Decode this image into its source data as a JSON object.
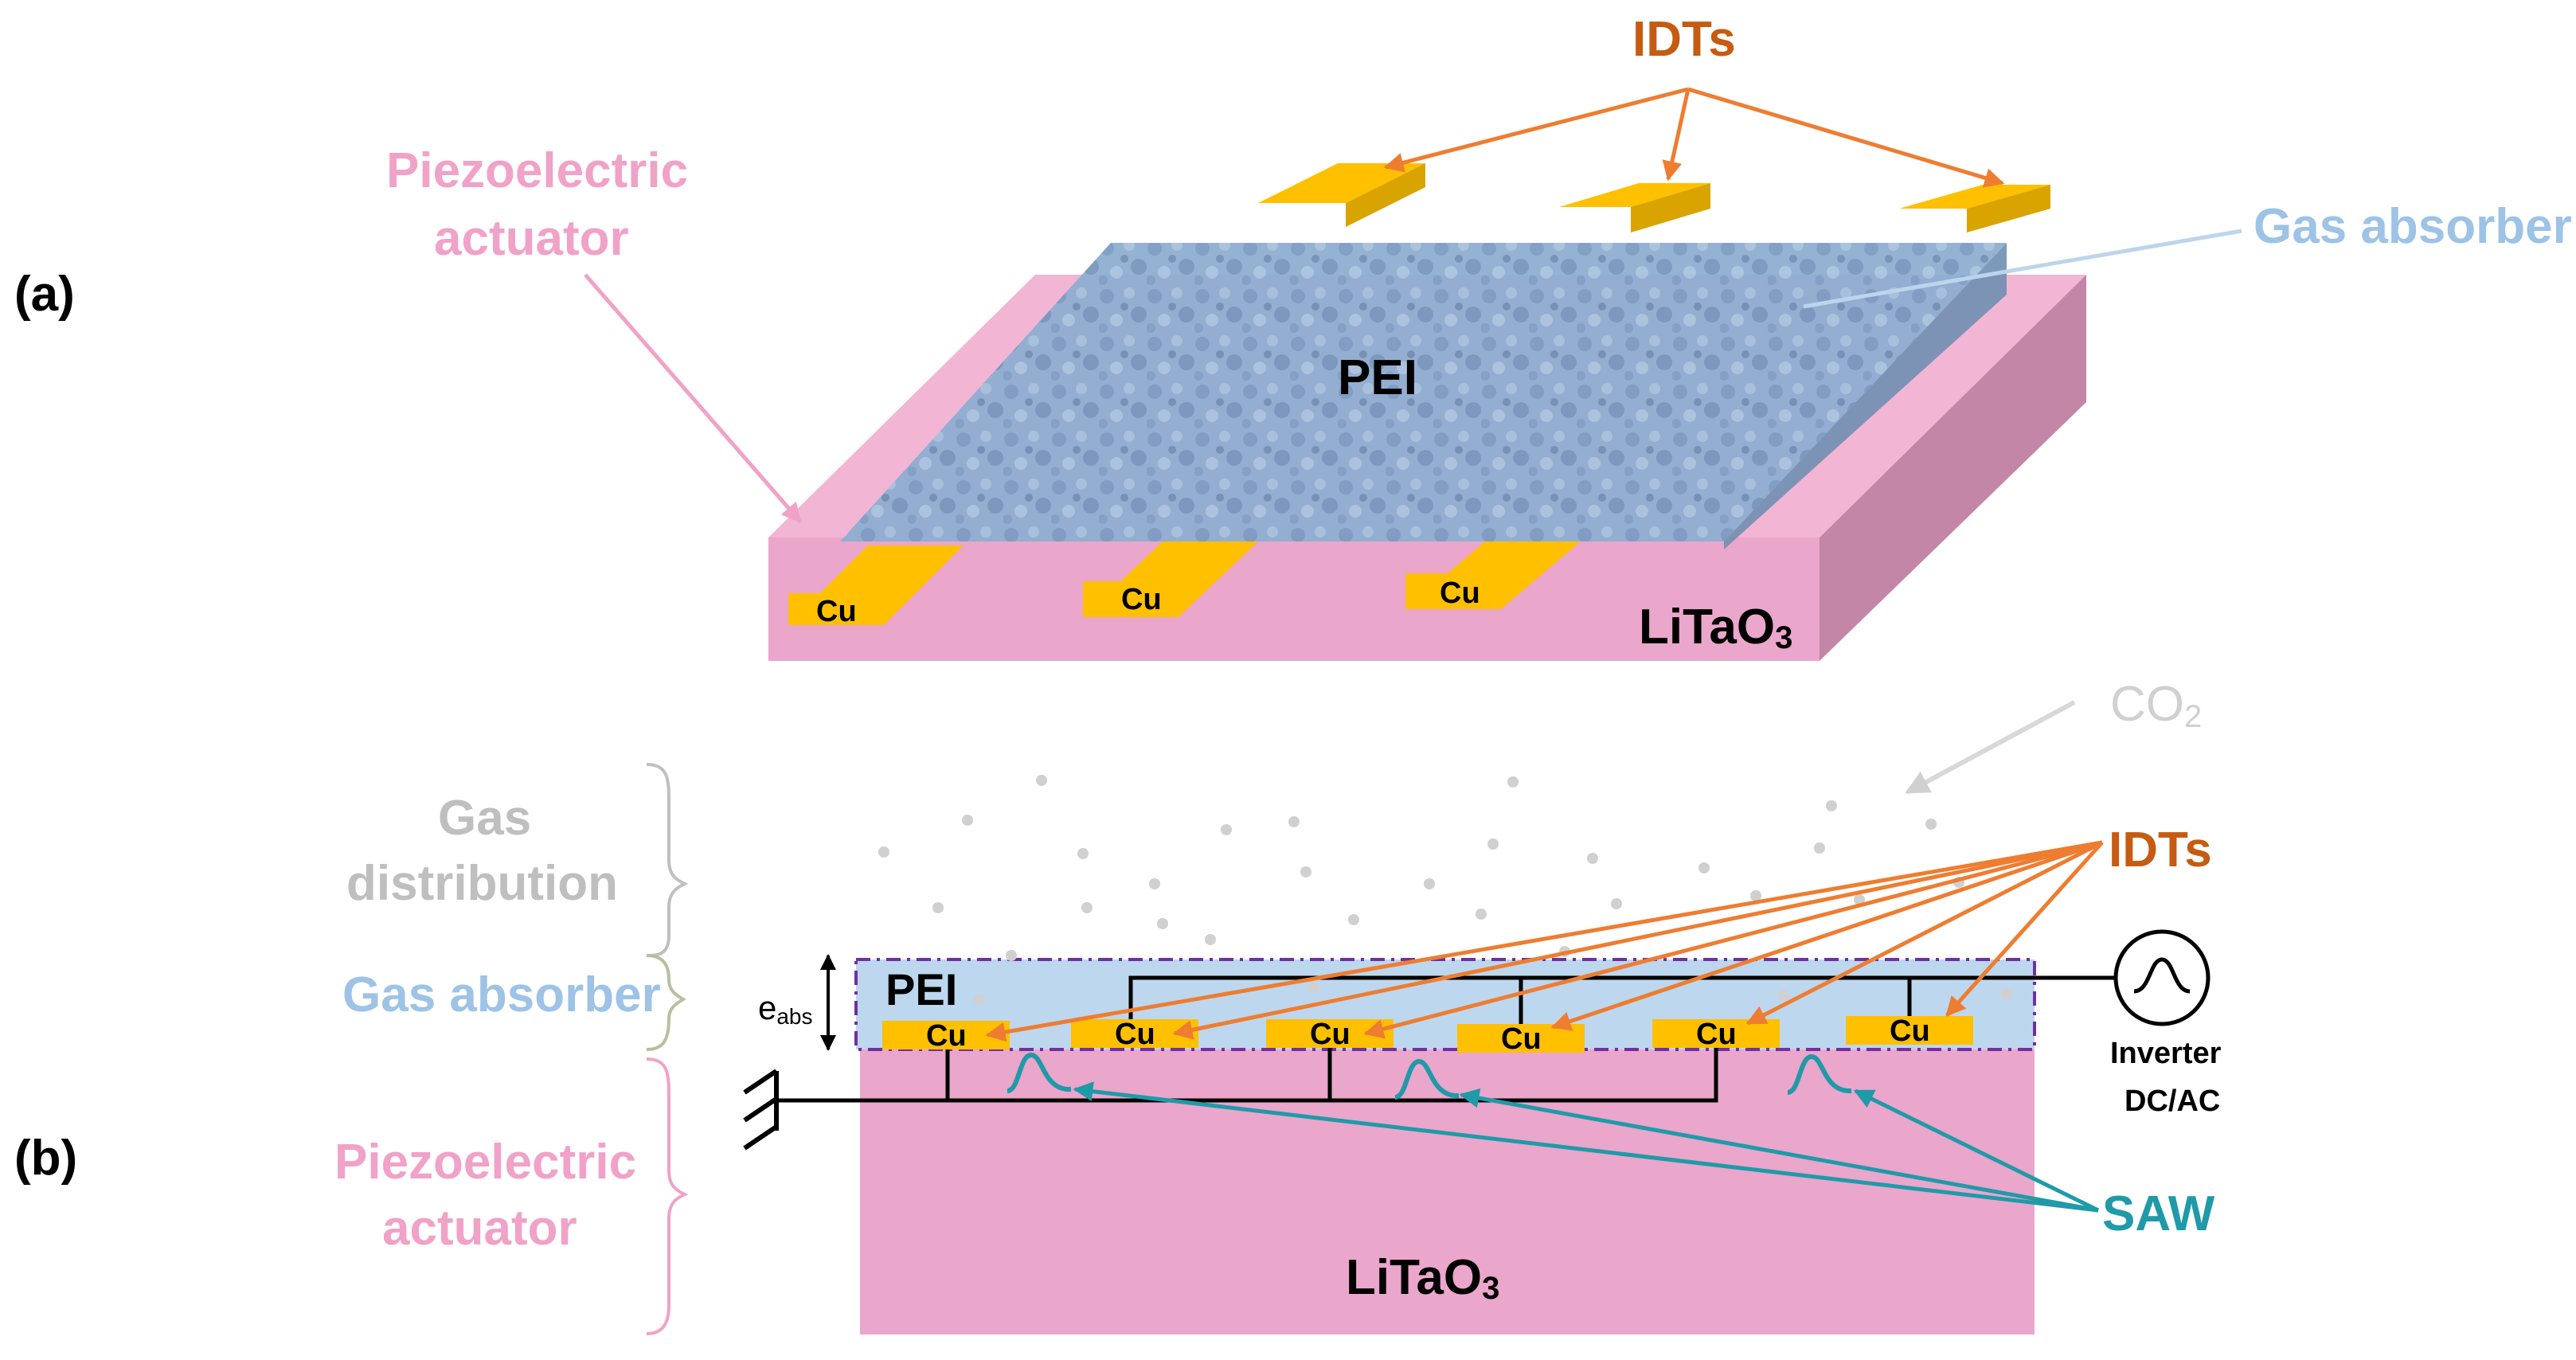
{
  "colors": {
    "pink_light": "#f2b6d4",
    "pink_front": "#eaa6cb",
    "pink_side": "#c386a6",
    "blue_absorber": "#8eaed0",
    "blue_absorber_dark": "#6f8fb3",
    "gold_cu": "#ffc000",
    "gold_cu_dark": "#d9a400",
    "orange_arrows": "#ee7d31",
    "orange_text": "#c65b12",
    "pink_text": "#f0a2c8",
    "blue_text": "#9dc3e6",
    "grey_text": "#bfbfbf",
    "teal_saw": "#1f9aa8",
    "purple_dashed": "#7030a0"
  },
  "panel_a": {
    "label": "(a)",
    "idts_label": "IDTs",
    "actuator_label_line1": "Piezoelectric",
    "actuator_label_line2": "actuator",
    "absorber_label": "Gas absorber",
    "pei_label": "PEI",
    "substrate_label": "LiTaO",
    "substrate_subscript": "3",
    "cu_labels": [
      "Cu",
      "Cu",
      "Cu"
    ]
  },
  "panel_b": {
    "label": "(b)",
    "co2_label": "CO",
    "co2_subscript": "2",
    "idts_label": "IDTs",
    "gas_distribution_line1": "Gas",
    "gas_distribution_line2": "distribution",
    "gas_absorber_label": "Gas absorber",
    "actuator_line1": "Piezoelectric",
    "actuator_line2": "actuator",
    "thickness_label": "e",
    "thickness_subscript": "abs",
    "pei_label": "PEI",
    "cu_labels": [
      "Cu",
      "Cu",
      "Cu",
      "Cu",
      "Cu",
      "Cu"
    ],
    "inverter_line1": "Inverter",
    "inverter_line2": "DC/AC",
    "saw_label": "SAW",
    "substrate_label": "LiTaO",
    "substrate_subscript": "3"
  }
}
